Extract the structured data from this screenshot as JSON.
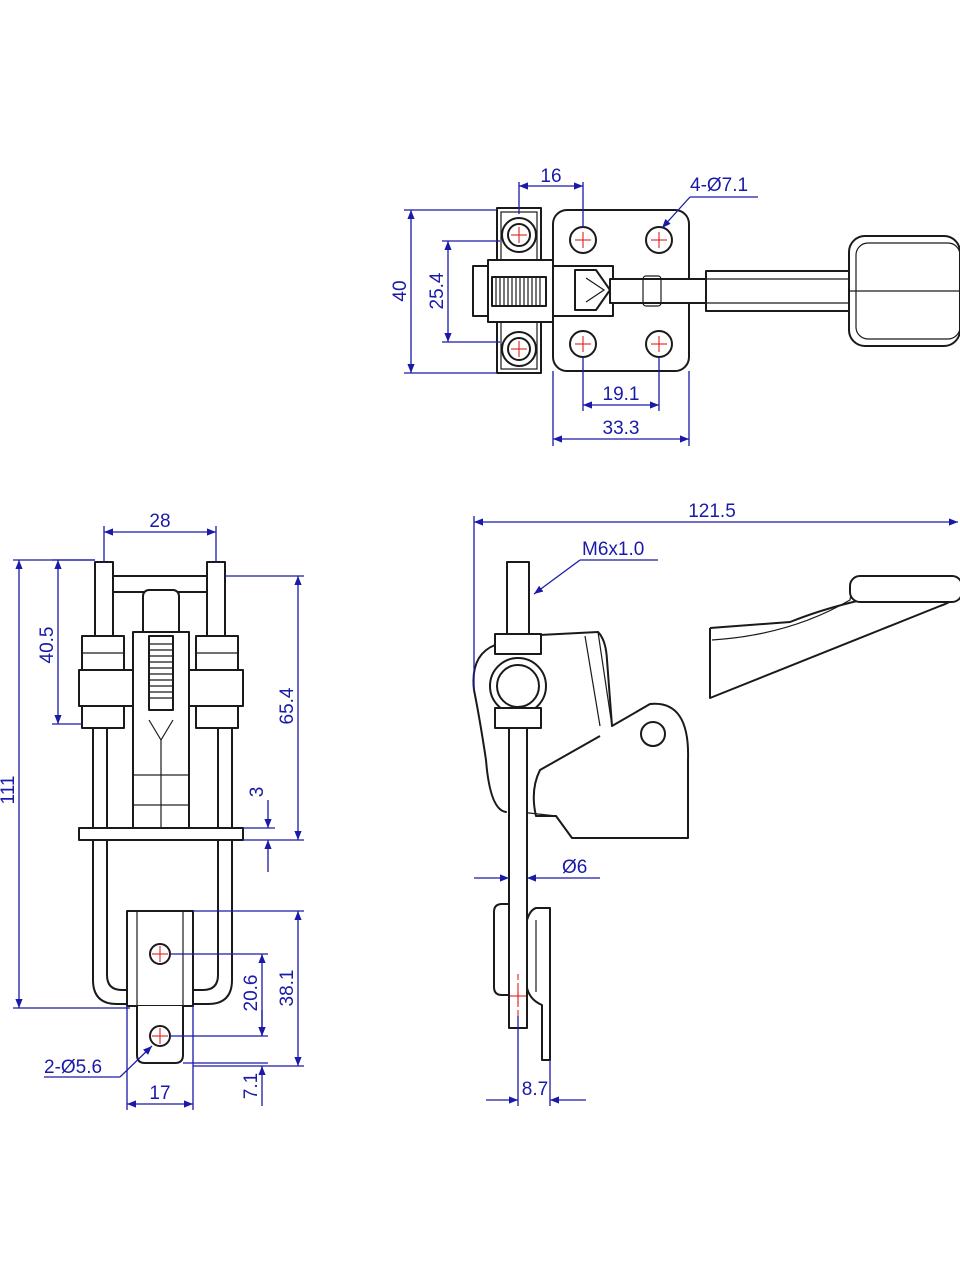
{
  "drawing": {
    "colors": {
      "outline": "#1a1a1a",
      "dimension": "#1a1aa8",
      "centerline": "#e02020",
      "background": "#ffffff"
    },
    "top_view": {
      "dim_width_16": "16",
      "dim_holes": "4-Ø7.1",
      "dim_height_40": "40",
      "dim_pitch_25_4": "25.4",
      "dim_hole_spacing": "19.1",
      "dim_base_width": "33.3"
    },
    "front_view": {
      "dim_rod_spacing": "28",
      "dim_overall_height": "111",
      "dim_upper_40_5": "40.5",
      "dim_65_4": "65.4",
      "dim_3": "3",
      "dim_38_1": "38.1",
      "dim_20_6": "20.6",
      "dim_7_1": "7.1",
      "dim_holes": "2-Ø5.6",
      "dim_tab_width": "17"
    },
    "side_view": {
      "dim_length": "121.5",
      "dim_thread": "M6x1.0",
      "dim_rod_dia": "Ø6",
      "dim_8_7": "8.7"
    }
  }
}
